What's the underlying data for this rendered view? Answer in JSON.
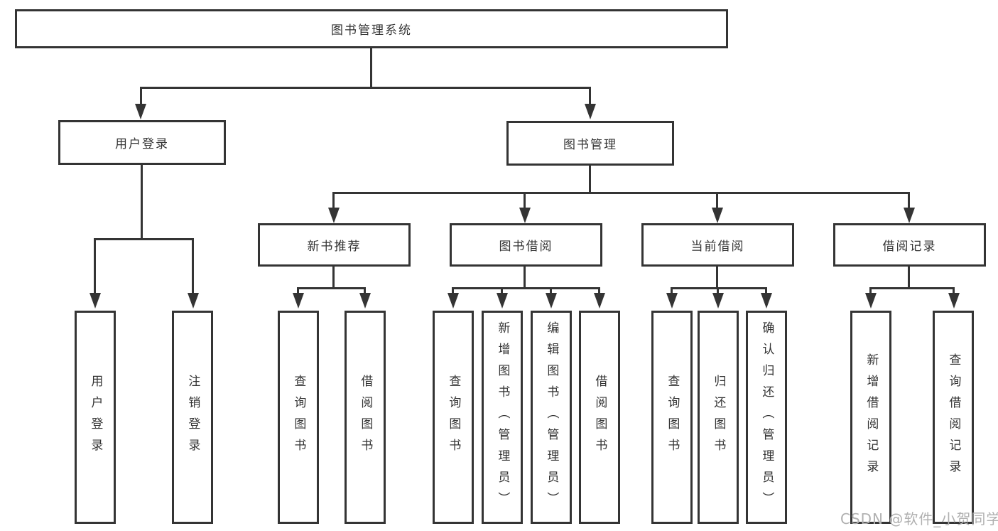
{
  "diagram": {
    "root": "图书管理系统",
    "branches": [
      {
        "label": "用户登录",
        "children": [
          "用户登录",
          "注销登录"
        ]
      },
      {
        "label": "图书管理",
        "groups": [
          {
            "label": "新书推荐",
            "children": [
              "查询图书",
              "借阅图书"
            ]
          },
          {
            "label": "图书借阅",
            "children": [
              "查询图书",
              "新增图书（管理员）",
              "编辑图书（管理员）",
              "借阅图书"
            ]
          },
          {
            "label": "当前借阅",
            "children": [
              "查询图书",
              "归还图书",
              "确认归还（管理员）"
            ]
          },
          {
            "label": "借阅记录",
            "children": [
              "新增借阅记录",
              "查询借阅记录"
            ]
          }
        ]
      }
    ]
  },
  "watermark": {
    "text": "CSDN @软件_小贺同学"
  },
  "colors": {
    "line": "#343434",
    "text": "#333333",
    "watermark": "#b0b0b0"
  }
}
